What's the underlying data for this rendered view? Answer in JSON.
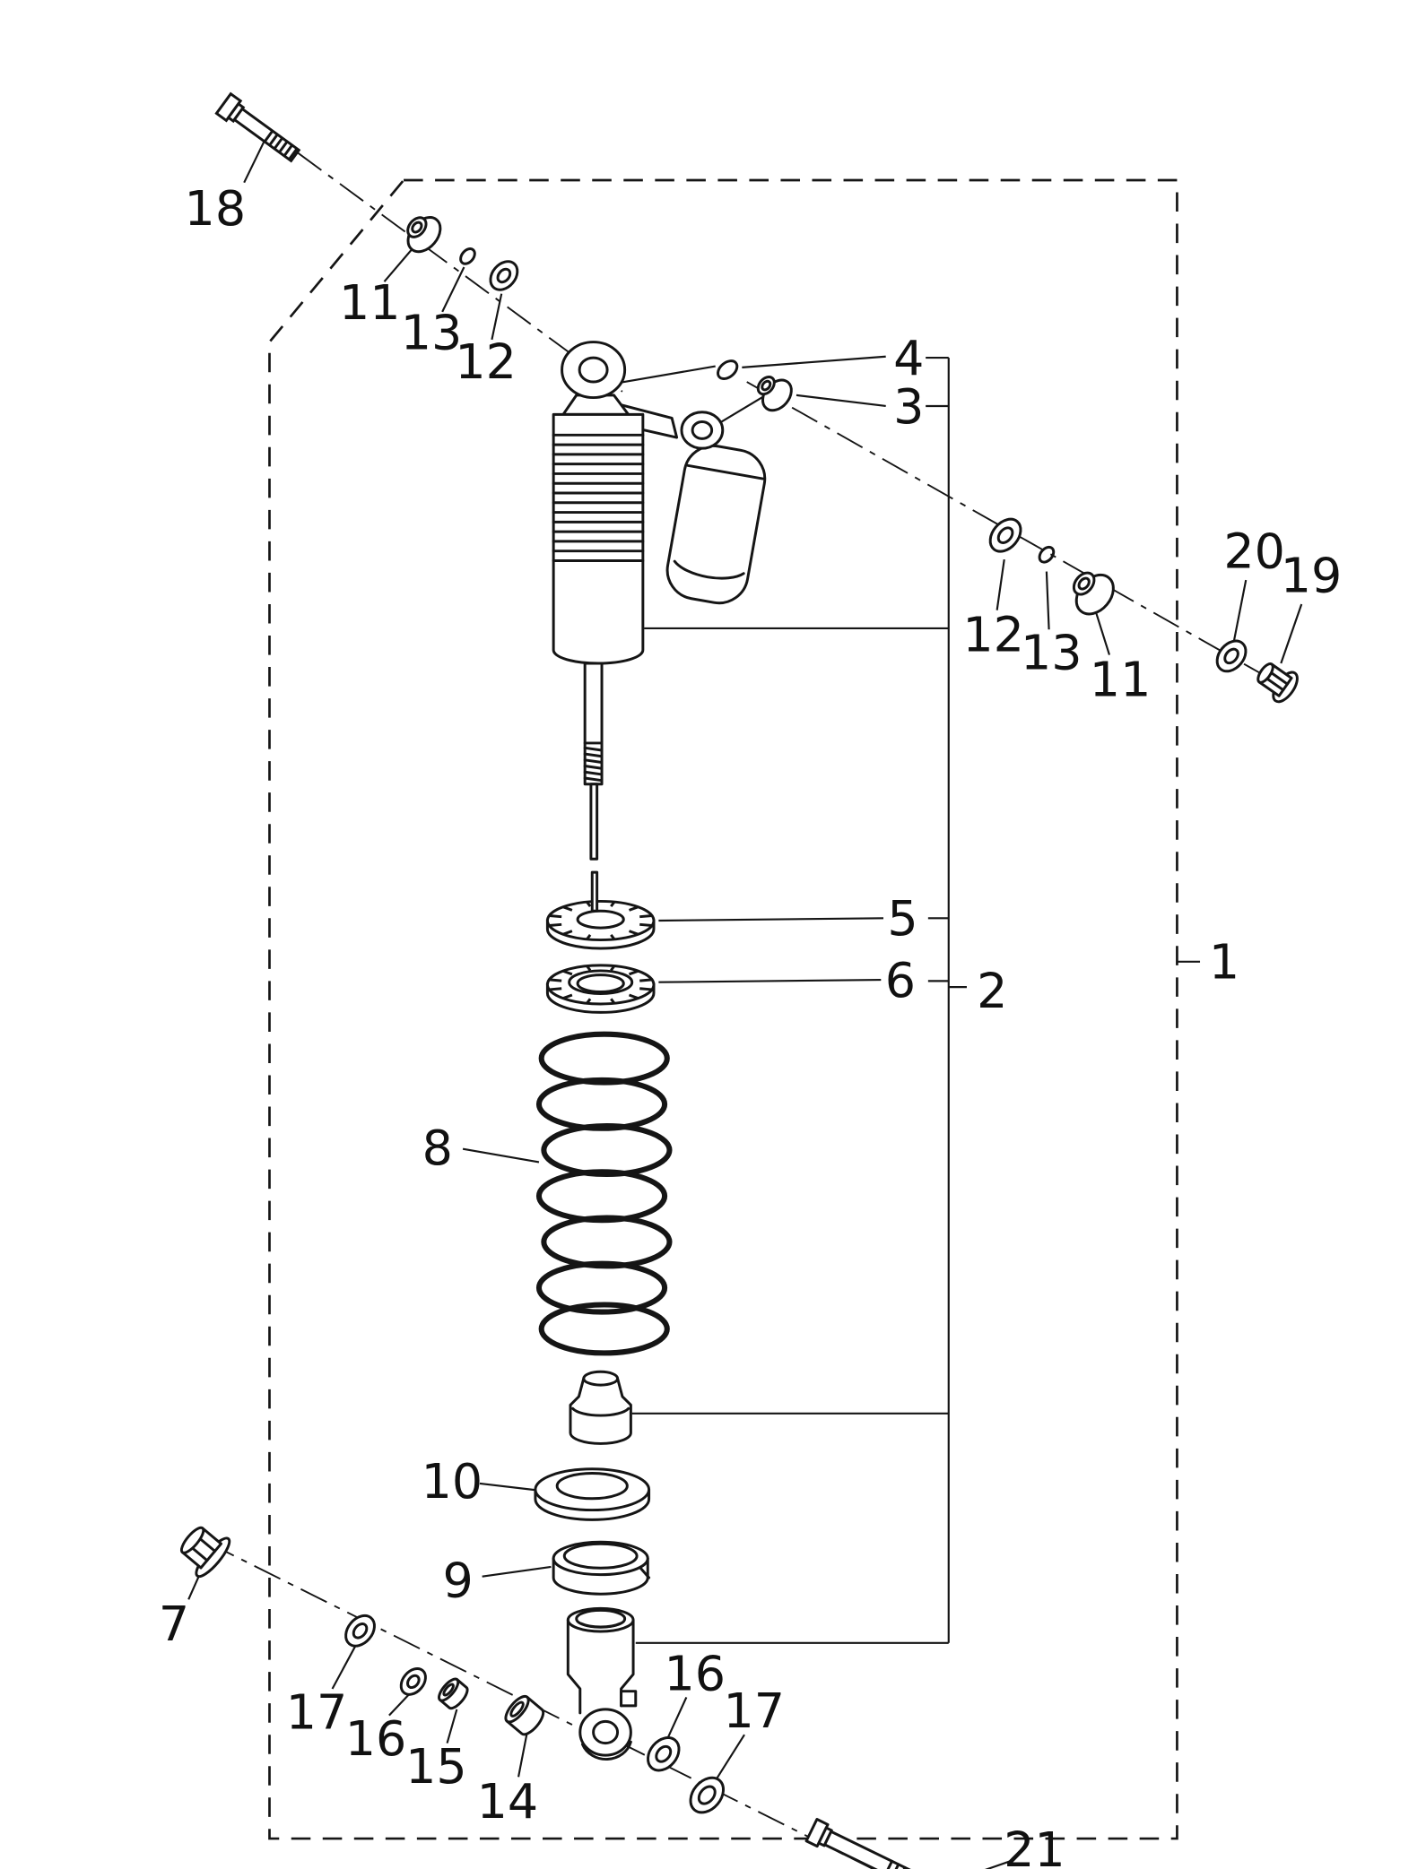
{
  "colors": {
    "line": "#151515",
    "background": "#ffffff"
  },
  "callouts": [
    {
      "num": "18"
    },
    {
      "num": "11"
    },
    {
      "num": "13"
    },
    {
      "num": "12"
    },
    {
      "num": "4"
    },
    {
      "num": "3"
    },
    {
      "num": "20"
    },
    {
      "num": "19"
    },
    {
      "num": "12"
    },
    {
      "num": "13"
    },
    {
      "num": "11"
    },
    {
      "num": "5"
    },
    {
      "num": "6"
    },
    {
      "num": "2"
    },
    {
      "num": "1"
    },
    {
      "num": "8"
    },
    {
      "num": "10"
    },
    {
      "num": "9"
    },
    {
      "num": "7"
    },
    {
      "num": "17"
    },
    {
      "num": "16"
    },
    {
      "num": "15"
    },
    {
      "num": "14"
    },
    {
      "num": "16"
    },
    {
      "num": "17"
    },
    {
      "num": "21"
    }
  ]
}
